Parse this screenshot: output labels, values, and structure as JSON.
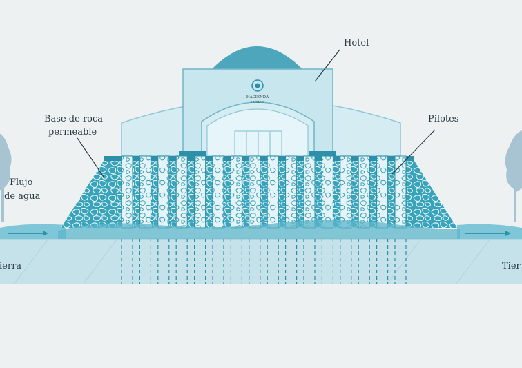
{
  "labels": {
    "hotel": "Hotel",
    "base_line1": "Base de roca",
    "base_line2": "permeable",
    "pilotes": "Pilotes",
    "flujo_line1": "Flujo",
    "flujo_line2": "de agua",
    "tierra_left": "ierra",
    "tierra_right": "Tier",
    "sign_name": "HACIENDA",
    "sign_sub": "TRESKIOS"
  },
  "colors": {
    "background": "#eef1f2",
    "water": "#7fc6d8",
    "deep_teal": "#2d8fa8",
    "light_panel": "#d4ecf2",
    "dome": "#4ea6bd",
    "ground": "#c5e1e9",
    "tree": "#a8c4d2"
  },
  "icons": [
    "logo-icon",
    "tree-icon",
    "flow-arrow-icon"
  ]
}
